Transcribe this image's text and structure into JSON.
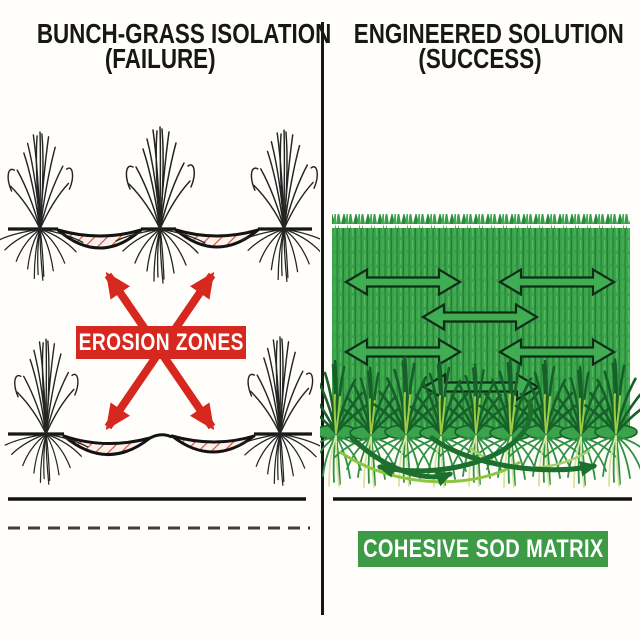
{
  "left_panel": {
    "title": "BUNCH-GRASS ISOLATION",
    "subtitle": "(FAILURE)",
    "erosion_label": "EROSION ZONES"
  },
  "right_panel": {
    "title": "ENGINEERED SOLUTION",
    "subtitle": "(SUCCESS)",
    "sod_label": "COHESIVE SOD MATRIX"
  },
  "icons": {
    "left": [
      "grass-clump-icon",
      "erosion-bowl-icon",
      "erosion-cross-arrows-icon"
    ],
    "right": [
      "sod-block-icon",
      "spread-arrow-icon",
      "sod-tuft-icon",
      "rhizome-arrow-icon"
    ]
  },
  "colors": {
    "alert_red": "#d7281f",
    "sod_green": "#3aa34c",
    "label_green": "#3d9b46",
    "ink": "#171717",
    "blade_green": "#17602a",
    "root_green": "#2f9242"
  }
}
